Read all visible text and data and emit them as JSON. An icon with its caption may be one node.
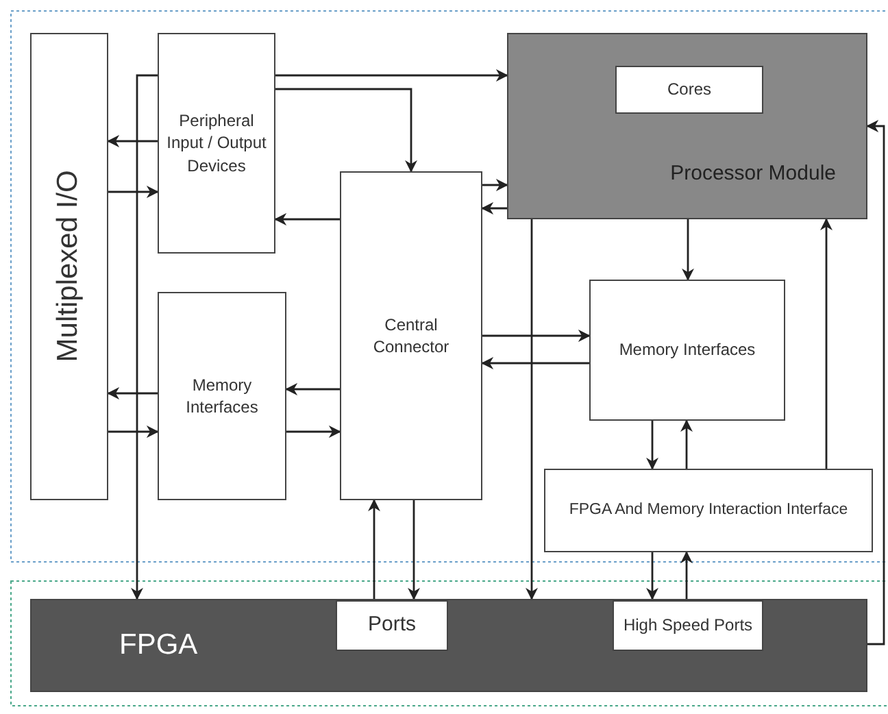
{
  "diagram": {
    "nodes": [
      {
        "text": [
          "Multiplexed I/O"
        ]
      },
      {
        "text": [
          "Peripheral Input / Output Devices"
        ]
      },
      {
        "text": [
          "Processor Module"
        ]
      },
      {
        "text": [
          "Cores"
        ],
        "in": 2
      },
      {
        "text": [
          "Central Connector"
        ]
      },
      {
        "text": [
          "Memory Interfaces"
        ]
      },
      {
        "text": [
          "Memory Interfaces"
        ]
      },
      {
        "text": [
          "FPGA And Memory Interaction Interface"
        ]
      },
      {
        "text": [
          "FPGA"
        ]
      },
      {
        "text": [
          "Ports"
        ],
        "in": 8
      },
      {
        "text": [
          "High Speed Ports"
        ],
        "in": 8
      }
    ],
    "edges": [
      {
        "from": 1,
        "to": 0,
        "arrow": "to"
      },
      {
        "from": 0,
        "to": 1,
        "arrow": "to"
      },
      {
        "from": 1,
        "to": 2,
        "arrow": "to"
      },
      {
        "from": 1,
        "to": 8,
        "arrow": "to"
      },
      {
        "from": 1,
        "to": 4,
        "arrow": "to"
      },
      {
        "from": 4,
        "to": 1,
        "arrow": "to"
      },
      {
        "from": 4,
        "to": 2,
        "arrow": "to"
      },
      {
        "from": 2,
        "to": 4,
        "arrow": "to"
      },
      {
        "from": 5,
        "to": 0,
        "arrow": "to"
      },
      {
        "from": 0,
        "to": 5,
        "arrow": "to"
      },
      {
        "from": 4,
        "to": 5,
        "arrow": "to"
      },
      {
        "from": 5,
        "to": 4,
        "arrow": "to"
      },
      {
        "from": 4,
        "to": 6,
        "arrow": "to"
      },
      {
        "from": 6,
        "to": 4,
        "arrow": "to"
      },
      {
        "from": 2,
        "to": 6,
        "arrow": "to"
      },
      {
        "from": 2,
        "to": 8,
        "arrow": "to"
      },
      {
        "from": 8,
        "to": 2,
        "arrow": "to"
      },
      {
        "from": 6,
        "to": 7,
        "arrow": "to"
      },
      {
        "from": 7,
        "to": 6,
        "arrow": "to"
      },
      {
        "from": 7,
        "to": 2,
        "arrow": "to"
      },
      {
        "from": 7,
        "to": 10,
        "arrow": "to"
      },
      {
        "from": 10,
        "to": 7,
        "arrow": "to"
      },
      {
        "from": 9,
        "to": 4,
        "arrow": "to"
      },
      {
        "from": 4,
        "to": 9,
        "arrow": "to"
      }
    ]
  }
}
